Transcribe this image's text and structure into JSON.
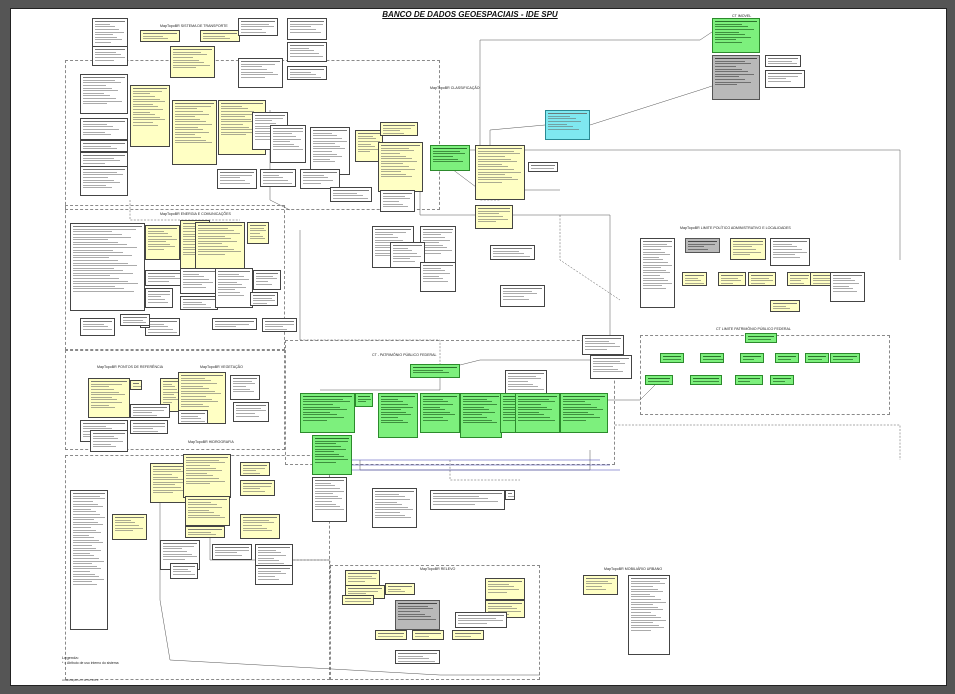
{
  "title": "BANCO DE DADOS GEOESPACIAIS - IDE SPU",
  "packages": [
    {
      "id": "transporte",
      "label": "MapTopoBR SISTEMA DE TRANSPORTE"
    },
    {
      "id": "classificacao",
      "label": "MapTopoBR CLASSIFICAÇÃO"
    },
    {
      "id": "energia",
      "label": "MapTopoBR ENERGIA E COMUNICAÇÕES"
    },
    {
      "id": "pontos",
      "label": "MapTopoBR PONTOS DE REFERÊNCIA"
    },
    {
      "id": "vegetacao",
      "label": "MapTopoBR VEGETAÇÃO"
    },
    {
      "id": "hidrografia",
      "label": "MapTopoBR HIDROGRAFIA"
    },
    {
      "id": "relevo",
      "label": "MapTopoBR RELEVO"
    },
    {
      "id": "mobiliario",
      "label": "MapTopoBR MOBILIÁRIO URBANO"
    },
    {
      "id": "limites",
      "label": "MapTopoBR LIMITE POLÍTICO ADMINISTRATIVO E LOCALIDADES"
    },
    {
      "id": "patrimonio",
      "label": "CT - PATRIMÔNIO PÚBLICO FEDERAL"
    },
    {
      "id": "limite_pf",
      "label": "CT LIMITE PATRIMÔNIO PÚBLICO FEDERAL"
    },
    {
      "id": "imovel",
      "label": "CT IMOVEL"
    }
  ],
  "legend": {
    "title": "Legenda:",
    "text": "* = Atributo de uso interno do sistema"
  },
  "footer": "Atualização em 12.02.2013",
  "colors": {
    "yellow": "#ffffc4",
    "green": "#7df07d",
    "cyan": "#7fe8f0",
    "gray": "#b9b9b9"
  }
}
